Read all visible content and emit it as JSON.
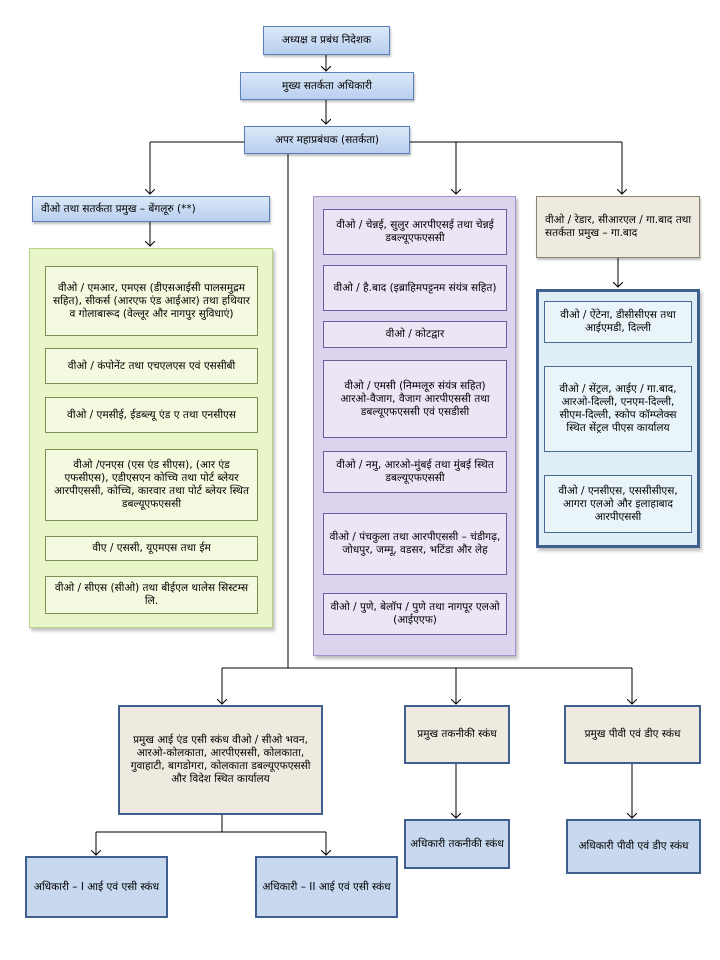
{
  "top": {
    "chairman": "अध्यक्ष व प्रबंध निदेशक",
    "cvo": "मुख्य सतर्कता अधिकारी",
    "agm": "अपर महाप्रबंधक (सतर्कता)"
  },
  "bengaluru": {
    "head": "वीओ तथा सतर्कता प्रमुख – बेंगलूरु (**)",
    "units": [
      "वीओ / एमआर, एमएस (डीएसआईसी पालसमुद्रम सहित), सीकर्स (आरएफ एंड आईआर) तथा हथियार व गोलाबारूद (वेल्लूर और नागपुर सुविधाएं)",
      "वीओ / कंपोनेंट तथा एचएलएस एवं एससीबी",
      "वीओ / एमसीई, ईडब्ल्यू एंड ए तथा एनसीएस",
      "वीओ /एनएस (एस एंड सीएस), (आर एंड एफसीएस), एडीएसएन कोच्चि तथा पोर्ट ब्लेयर आरपीएससी, कोच्चि, कारवार तथा पोर्ट ब्लेयर स्थित डबल्यूएफएससी",
      "वीए / एससी, यूएमएस तथा ईम",
      "वीओ / सीएस (सीओ) तथा बीईएल थालेस सिस्टम्स लि."
    ]
  },
  "middle": {
    "units": [
      "वीओ / चेन्नई, सुलुर आरपीएसई तथा चेन्नई डबल्यूएफएससी",
      "वीओ / है.बाद (इब्राहिमपट्टनम संयंत्र सहित)",
      "वीओ / कोटद्वार",
      "वीओ / एमसी (निम्मलूरु संयंत्र सहित) आरओ-वैजाग, वैजाग आरपीएससी तथा डबल्यूएफएससी एवं एसडीसी",
      "वीओ / नमु, आरओ-मुंबई तथा मुंबई स्थित डबल्यूएफएससी",
      "वीओ / पंचकुला तथा आरपीएससी – चंडीगढ़, जोधपुर, जम्मू, वडसर, भटिंडा और लेह",
      "वीओ / पुणे, बेलॉप / पुणे तथा नागपूर एलओ (आईएएफ)"
    ]
  },
  "ghaziabad": {
    "head": "वीओ / रेडार, सीआरएल / गा.बाद तथा सतर्कता प्रमुख – गा.बाद",
    "units": [
      "वीओ / ऐंटेना, डीसीसीएस तथा आईएमडी, दिल्ली",
      "वीओ / सेंट्रल, आईए / गा.बाद, आरओ-दिल्ली, एनएम-दिल्ली, सीएम-दिल्ली, स्कोप कॉम्प्लेक्स स्थित सेंट्रल पीएस कार्यालय",
      "वीओ / एनसीएस, एससीसीएस, आगरा एलओ और इलाहाबाद आरपीएससी"
    ]
  },
  "bottom": {
    "ics_head": "प्रमुख आई एंड एसी स्कंध वीओ / सीओ भवन, आरओ-कोलकाता, आरपीएससी, कोलकाता, गुवाहाटी, बागडोगरा, कोलकाता डबल्यूएफएससी और विदेश स्थित कार्यालय",
    "tech_head": "प्रमुख तकनीकी स्कंध",
    "pvd_head": "प्रमुख पीवी एवं डीए स्कंध",
    "officer1": "अधिकारी – I आई एवं एसी स्कंध",
    "officer2": "अधिकारी – II आई एवं एसी स्कंध",
    "tech_officer": "अधिकारी तकनीकी स्कंध",
    "pvd_officer": "अधिकारी पीवी एवं डीए स्कंध"
  }
}
